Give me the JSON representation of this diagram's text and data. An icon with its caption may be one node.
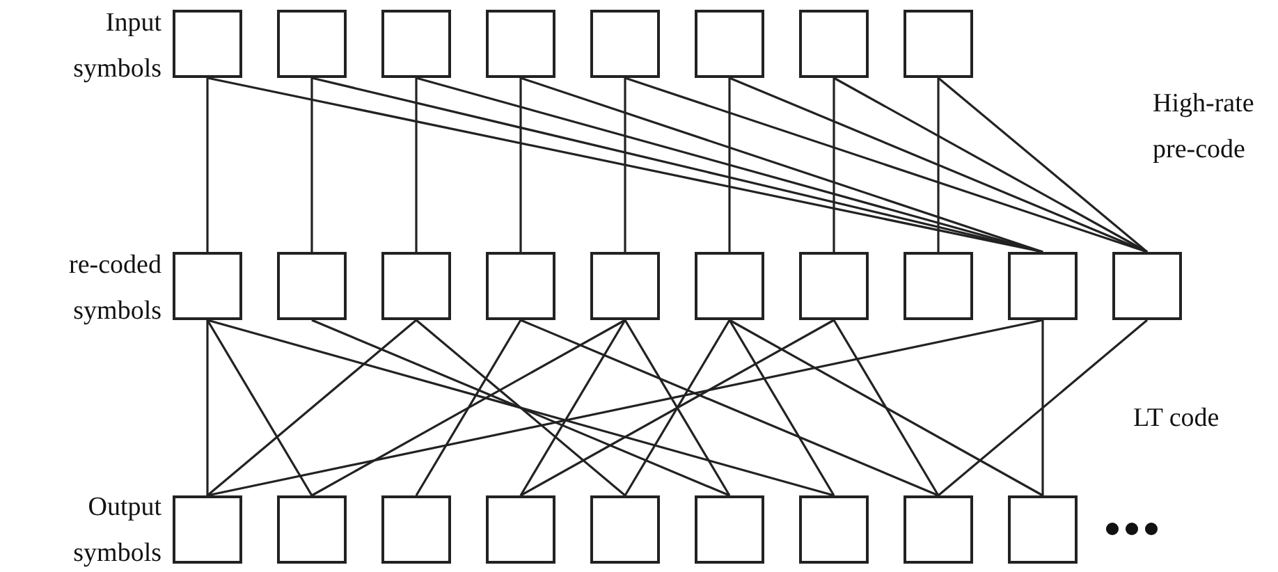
{
  "diagram": {
    "nodes": [
      {
        "text": [],
        "shape": "box"
      },
      {
        "text": [],
        "shape": "box"
      },
      {
        "text": [],
        "shape": "box"
      },
      {
        "text": [],
        "shape": "box"
      },
      {
        "text": [],
        "shape": "box"
      },
      {
        "text": [],
        "shape": "box"
      },
      {
        "text": [],
        "shape": "box"
      },
      {
        "text": [],
        "shape": "box"
      },
      {
        "text": [],
        "shape": "box"
      },
      {
        "text": [],
        "shape": "box"
      },
      {
        "text": [],
        "shape": "box"
      },
      {
        "text": [],
        "shape": "box"
      },
      {
        "text": [],
        "shape": "box"
      },
      {
        "text": [],
        "shape": "box"
      },
      {
        "text": [],
        "shape": "box"
      },
      {
        "text": [],
        "shape": "box"
      },
      {
        "text": [],
        "shape": "box"
      },
      {
        "text": [],
        "shape": "box"
      },
      {
        "text": [],
        "shape": "box"
      },
      {
        "text": [],
        "shape": "box"
      },
      {
        "text": [],
        "shape": "box"
      },
      {
        "text": [],
        "shape": "box"
      },
      {
        "text": [],
        "shape": "box"
      },
      {
        "text": [],
        "shape": "box"
      },
      {
        "text": [],
        "shape": "box"
      },
      {
        "text": [],
        "shape": "box"
      },
      {
        "text": [],
        "shape": "box"
      }
    ],
    "edges": [
      {
        "from": 0,
        "to": 8,
        "arrow": "none"
      },
      {
        "from": 1,
        "to": 9,
        "arrow": "none"
      },
      {
        "from": 2,
        "to": 10,
        "arrow": "none"
      },
      {
        "from": 3,
        "to": 11,
        "arrow": "none"
      },
      {
        "from": 4,
        "to": 12,
        "arrow": "none"
      },
      {
        "from": 5,
        "to": 13,
        "arrow": "none"
      },
      {
        "from": 6,
        "to": 14,
        "arrow": "none"
      },
      {
        "from": 7,
        "to": 15,
        "arrow": "none"
      },
      {
        "from": 0,
        "to": 16,
        "arrow": "none"
      },
      {
        "from": 1,
        "to": 16,
        "arrow": "none"
      },
      {
        "from": 2,
        "to": 16,
        "arrow": "none"
      },
      {
        "from": 3,
        "to": 16,
        "arrow": "none"
      },
      {
        "from": 4,
        "to": 17,
        "arrow": "none"
      },
      {
        "from": 5,
        "to": 17,
        "arrow": "none"
      },
      {
        "from": 6,
        "to": 17,
        "arrow": "none"
      },
      {
        "from": 7,
        "to": 17,
        "arrow": "none"
      },
      {
        "from": 8,
        "to": 18,
        "arrow": "none"
      },
      {
        "from": 8,
        "to": 19,
        "arrow": "none"
      },
      {
        "from": 8,
        "to": 24,
        "arrow": "none"
      },
      {
        "from": 9,
        "to": 23,
        "arrow": "none"
      },
      {
        "from": 10,
        "to": 18,
        "arrow": "none"
      },
      {
        "from": 10,
        "to": 22,
        "arrow": "none"
      },
      {
        "from": 11,
        "to": 20,
        "arrow": "none"
      },
      {
        "from": 11,
        "to": 25,
        "arrow": "none"
      },
      {
        "from": 12,
        "to": 19,
        "arrow": "none"
      },
      {
        "from": 12,
        "to": 21,
        "arrow": "none"
      },
      {
        "from": 12,
        "to": 23,
        "arrow": "none"
      },
      {
        "from": 13,
        "to": 22,
        "arrow": "none"
      },
      {
        "from": 13,
        "to": 24,
        "arrow": "none"
      },
      {
        "from": 13,
        "to": 26,
        "arrow": "none"
      },
      {
        "from": 14,
        "to": 21,
        "arrow": "none"
      },
      {
        "from": 14,
        "to": 25,
        "arrow": "none"
      },
      {
        "from": 16,
        "to": 18,
        "arrow": "none"
      },
      {
        "from": 16,
        "to": 26,
        "arrow": "none"
      },
      {
        "from": 17,
        "to": 25,
        "arrow": "none"
      }
    ],
    "labels": [
      "Input symbols",
      "High-rate pre-code",
      "re-coded symbols",
      "LT code",
      "Output symbols"
    ]
  }
}
